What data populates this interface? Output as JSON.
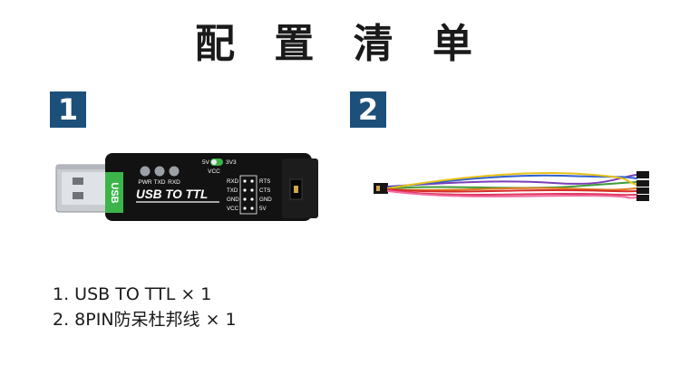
{
  "page": {
    "title": "配 置 清 单",
    "items": [
      {
        "number": "1",
        "label": "1. USB TO TTL × 1"
      },
      {
        "number": "2",
        "label": "2. 8PIN防呆杜邦线 × 1"
      }
    ]
  },
  "usb_module": {
    "usb_tab_text": "USB",
    "label_text": "USB TO TTL",
    "leds": [
      "PWR",
      "TXD",
      "RXD"
    ],
    "voltage_switch": {
      "left": "5V",
      "right": "3V3",
      "bottom": "VCC"
    },
    "pins_left": [
      "RXD",
      "TXD",
      "GND",
      "VCC"
    ],
    "pins_right": [
      "RTS",
      "CTS",
      "GND",
      "5V"
    ]
  },
  "colors": {
    "badge": "#1c4f7a",
    "usb_green": "#3bb54a",
    "board": "#121212",
    "wires": [
      "#7a3fb5",
      "#2f5fd1",
      "#3f9b3a",
      "#e8c21a",
      "#e07a1e",
      "#d42b2b",
      "#e2365e",
      "#f06aa0"
    ]
  }
}
